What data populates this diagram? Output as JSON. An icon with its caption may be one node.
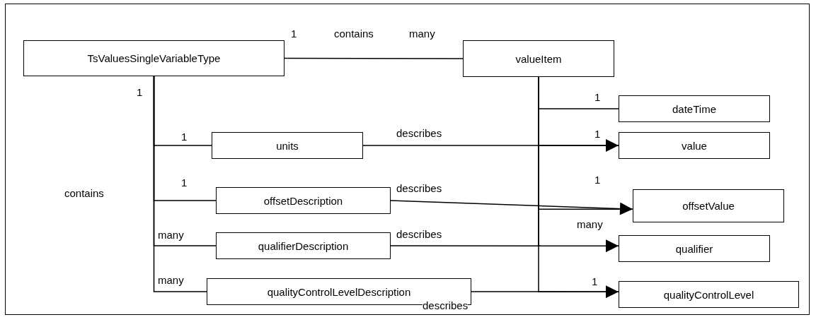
{
  "diagram": {
    "nodes": [
      {
        "text": [
          "TsValuesSingleVariableType"
        ]
      },
      {
        "text": [
          "valueItem"
        ]
      },
      {
        "text": [
          "dateTime"
        ]
      },
      {
        "text": [
          "units"
        ]
      },
      {
        "text": [
          "value"
        ]
      },
      {
        "text": [
          "offsetDescription"
        ]
      },
      {
        "text": [
          "offsetValue"
        ]
      },
      {
        "text": [
          "qualifierDescription"
        ]
      },
      {
        "text": [
          "qualifier"
        ]
      },
      {
        "text": [
          "qualityControlLevelDescription"
        ]
      },
      {
        "text": [
          "qualityControlLevel"
        ]
      }
    ],
    "edges": [
      {
        "from": 0,
        "to": 1,
        "arrow": "none",
        "label": "contains"
      },
      {
        "from": 0,
        "to": 3,
        "arrow": "none"
      },
      {
        "from": 0,
        "to": 5,
        "arrow": "none"
      },
      {
        "from": 0,
        "to": 7,
        "arrow": "none"
      },
      {
        "from": 0,
        "to": 9,
        "arrow": "none"
      },
      {
        "from": 1,
        "to": 2,
        "arrow": "none"
      },
      {
        "from": 1,
        "to": 4,
        "arrow": "none"
      },
      {
        "from": 1,
        "to": 6,
        "arrow": "none"
      },
      {
        "from": 1,
        "to": 8,
        "arrow": "none"
      },
      {
        "from": 1,
        "to": 10,
        "arrow": "none"
      },
      {
        "from": 3,
        "to": 4,
        "arrow": "to",
        "label": "describes"
      },
      {
        "from": 5,
        "to": 6,
        "arrow": "to",
        "label": "describes"
      },
      {
        "from": 7,
        "to": 8,
        "arrow": "to",
        "label": "describes"
      },
      {
        "from": 9,
        "to": 10,
        "arrow": "to",
        "label": "describes"
      }
    ],
    "labels": [
      "1",
      "many",
      "1",
      "contains",
      "1",
      "1",
      "many",
      "many",
      "1",
      "1",
      "1",
      "many",
      "1"
    ]
  }
}
